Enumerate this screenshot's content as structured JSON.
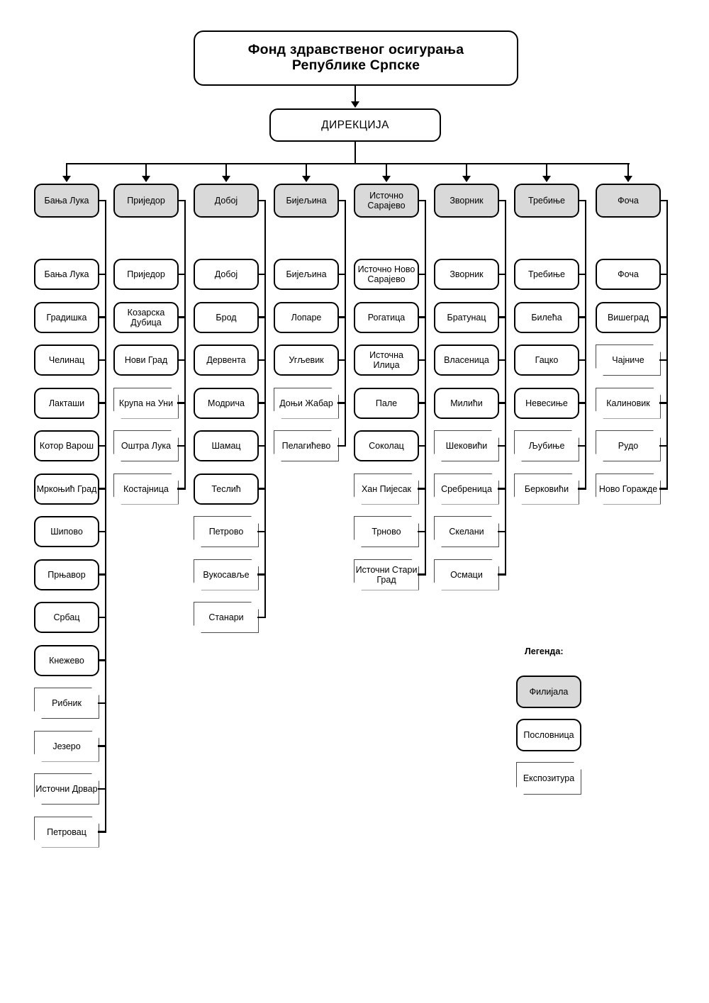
{
  "diagram": {
    "title": "Фонд здравственог осигурања Републике Српске",
    "title_line1": "Фонд здравственог осигурања",
    "title_line2": "Републике Српске",
    "direkcija": "ДИРЕКЦИЈА"
  },
  "legend": {
    "heading": "Легенда:",
    "items": [
      {
        "label": "Филијала",
        "type": "filijala"
      },
      {
        "label": "Пословница",
        "type": "poslovnica"
      },
      {
        "label": "Експозитура",
        "type": "ekspozitura"
      }
    ]
  },
  "colors": {
    "filijala_fill": "#d9d9d9",
    "poslovnica_fill": "#ffffff",
    "ekspozitura_fill": "#ffffff",
    "line": "#000000",
    "ekspozitura_border": "#4a4a4a"
  },
  "branches": [
    {
      "header": "Бања Лука",
      "children": [
        {
          "label": "Бања Лука",
          "type": "poslovnica"
        },
        {
          "label": "Градишка",
          "type": "poslovnica"
        },
        {
          "label": "Челинац",
          "type": "poslovnica"
        },
        {
          "label": "Лакташи",
          "type": "poslovnica"
        },
        {
          "label": "Котор Варош",
          "type": "poslovnica"
        },
        {
          "label": "Мркоњић Град",
          "type": "poslovnica"
        },
        {
          "label": "Шипово",
          "type": "poslovnica"
        },
        {
          "label": "Прњавор",
          "type": "poslovnica"
        },
        {
          "label": "Србац",
          "type": "poslovnica"
        },
        {
          "label": "Кнежево",
          "type": "poslovnica"
        },
        {
          "label": "Рибник",
          "type": "ekspozitura"
        },
        {
          "label": "Језеро",
          "type": "ekspozitura"
        },
        {
          "label": "Источни Дрвар",
          "type": "ekspozitura"
        },
        {
          "label": "Петровац",
          "type": "ekspozitura"
        }
      ]
    },
    {
      "header": "Приједор",
      "children": [
        {
          "label": "Приједор",
          "type": "poslovnica"
        },
        {
          "label": "Козарска Дубица",
          "type": "poslovnica"
        },
        {
          "label": "Нови Град",
          "type": "poslovnica"
        },
        {
          "label": "Крупа на Уни",
          "type": "ekspozitura"
        },
        {
          "label": "Оштра Лука",
          "type": "ekspozitura"
        },
        {
          "label": "Костајница",
          "type": "ekspozitura"
        }
      ]
    },
    {
      "header": "Добој",
      "children": [
        {
          "label": "Добој",
          "type": "poslovnica"
        },
        {
          "label": "Брод",
          "type": "poslovnica"
        },
        {
          "label": "Дервента",
          "type": "poslovnica"
        },
        {
          "label": "Модрича",
          "type": "poslovnica"
        },
        {
          "label": "Шамац",
          "type": "poslovnica"
        },
        {
          "label": "Теслић",
          "type": "poslovnica"
        },
        {
          "label": "Петрово",
          "type": "ekspozitura"
        },
        {
          "label": "Вукосавље",
          "type": "ekspozitura"
        },
        {
          "label": "Станари",
          "type": "ekspozitura"
        }
      ]
    },
    {
      "header": "Бијељина",
      "children": [
        {
          "label": "Бијељина",
          "type": "poslovnica"
        },
        {
          "label": "Лопаре",
          "type": "poslovnica"
        },
        {
          "label": "Угљевик",
          "type": "poslovnica"
        },
        {
          "label": "Доњи Жабар",
          "type": "ekspozitura"
        },
        {
          "label": "Пелагићево",
          "type": "ekspozitura"
        }
      ]
    },
    {
      "header": "Источно Сарајево",
      "children": [
        {
          "label": "Источно Ново Сарајево",
          "type": "poslovnica"
        },
        {
          "label": "Рогатица",
          "type": "poslovnica"
        },
        {
          "label": "Источна Илиџа",
          "type": "poslovnica"
        },
        {
          "label": "Пале",
          "type": "poslovnica"
        },
        {
          "label": "Соколац",
          "type": "poslovnica"
        },
        {
          "label": "Хан Пијесак",
          "type": "ekspozitura"
        },
        {
          "label": "Трново",
          "type": "ekspozitura"
        },
        {
          "label": "Источни Стари Град",
          "type": "ekspozitura"
        }
      ]
    },
    {
      "header": "Зворник",
      "children": [
        {
          "label": "Зворник",
          "type": "poslovnica"
        },
        {
          "label": "Братунац",
          "type": "poslovnica"
        },
        {
          "label": "Власеница",
          "type": "poslovnica"
        },
        {
          "label": "Милићи",
          "type": "poslovnica"
        },
        {
          "label": "Шековићи",
          "type": "ekspozitura"
        },
        {
          "label": "Сребреница",
          "type": "ekspozitura"
        },
        {
          "label": "Скелани",
          "type": "ekspozitura"
        },
        {
          "label": "Осмаци",
          "type": "ekspozitura"
        }
      ]
    },
    {
      "header": "Требиње",
      "children": [
        {
          "label": "Требиње",
          "type": "poslovnica"
        },
        {
          "label": "Билећа",
          "type": "poslovnica"
        },
        {
          "label": "Гацко",
          "type": "poslovnica"
        },
        {
          "label": "Невесиње",
          "type": "poslovnica"
        },
        {
          "label": "Љубиње",
          "type": "ekspozitura"
        },
        {
          "label": "Берковићи",
          "type": "ekspozitura"
        }
      ]
    },
    {
      "header": "Фоча",
      "children": [
        {
          "label": "Фоча",
          "type": "poslovnica"
        },
        {
          "label": "Вишеград",
          "type": "poslovnica"
        },
        {
          "label": "Чајниче",
          "type": "ekspozitura"
        },
        {
          "label": "Калиновик",
          "type": "ekspozitura"
        },
        {
          "label": "Рудо",
          "type": "ekspozitura"
        },
        {
          "label": "Ново Горажде",
          "type": "ekspozitura"
        }
      ]
    }
  ]
}
